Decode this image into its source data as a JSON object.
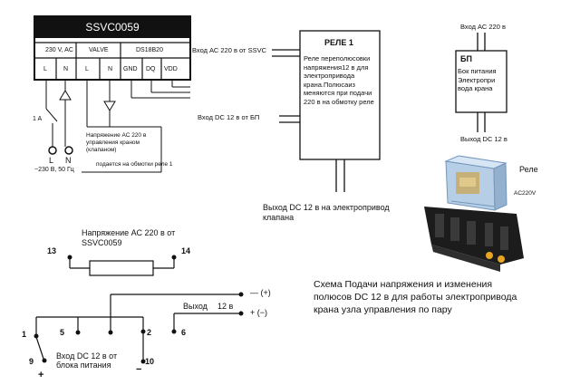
{
  "controller": {
    "title": "SSVC0059",
    "group_230": "230 V, AC",
    "group_valve": "VALVE",
    "group_ds": "DS18B20",
    "pins": [
      "L",
      "N",
      "L",
      "N",
      "GND",
      "DQ",
      "VDD"
    ],
    "fuse": "1 A",
    "term_l": "L",
    "term_n": "N",
    "supply": "~230 В, 50 Гц",
    "note": "Напряжение АС 220 в управления краном (клапаном)",
    "note2": "подается на обмотки реле 1"
  },
  "relay1": {
    "title": "РЕЛЕ 1",
    "desc": "Реле переполюсовки напряжения12 в для электропривода крана.Полюсаиз меняются при подачи 220 в на обмотку реле",
    "in_ac": "Вход АС 220 в от SSVC",
    "in_dc": "Вход DC 12 в от БП",
    "out": "Выход DC 12 в на электропривод клапана"
  },
  "psu": {
    "in_ac": "Вход АС 220 в",
    "title": "БП",
    "desc": "Бок питания Электропри вода крана",
    "out_dc": "Выход DC 12 в"
  },
  "photo": {
    "label": "Реле",
    "marking": "AC220V"
  },
  "coil": {
    "label": "Напряжение АС 220 в от SSVC0059",
    "pin_left": "13",
    "pin_right": "14"
  },
  "contacts": {
    "output_label": "Выход",
    "output_voltage": "12 в",
    "minus_plus": "— (+)",
    "plus_minus": "+ (−)",
    "p1": "1",
    "p5": "5",
    "p2": "2",
    "p6": "6",
    "p9": "9",
    "p10": "10",
    "input": "Вход DC 12 в от блока питания",
    "plus": "+",
    "minus": "−"
  },
  "caption": "Схема Подачи напряжения и изменения полюсов DC 12 в для работы электропривода крана узла управления по пару"
}
